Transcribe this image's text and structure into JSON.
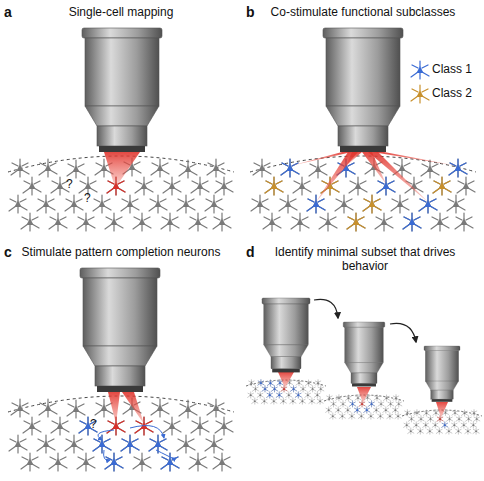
{
  "diagram": {
    "labels": [
      "a",
      "Single-cell mapping",
      "?",
      "?",
      "b",
      "Co-stimulate functional subclasses",
      "c",
      "Stimulate pattern completion neurons",
      "?",
      "d",
      "Identify minimal subset that drives behavior"
    ],
    "legend": [
      {
        "text": "Class 1"
      },
      {
        "text": "Class 2"
      }
    ]
  }
}
